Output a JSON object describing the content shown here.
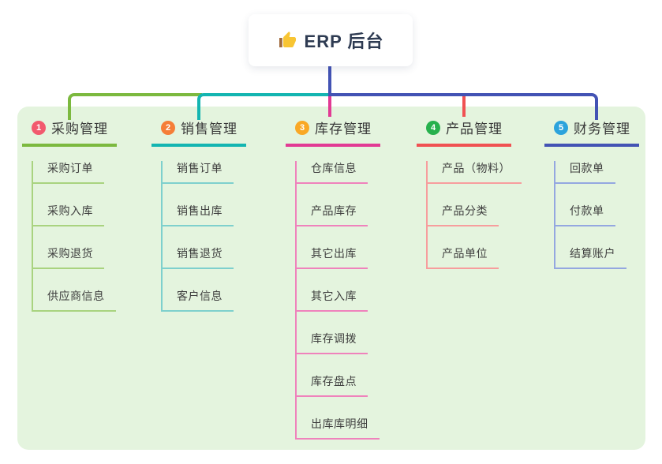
{
  "root": {
    "label": "ERP 后台",
    "icon": "thumbs-up-icon"
  },
  "branches": [
    {
      "badge": "1",
      "title": "采购管理",
      "color": "#7cb93f",
      "light_color": "#a9d37f",
      "badge_color": "#f25a6e",
      "children": [
        "采购订单",
        "采购入库",
        "采购退货",
        "供应商信息"
      ]
    },
    {
      "badge": "2",
      "title": "销售管理",
      "color": "#13b5b1",
      "light_color": "#7ed0cd",
      "badge_color": "#f57e38",
      "children": [
        "销售订单",
        "销售出库",
        "销售退货",
        "客户信息"
      ]
    },
    {
      "badge": "3",
      "title": "库存管理",
      "color": "#e23a94",
      "light_color": "#ef82bc",
      "badge_color": "#f9a825",
      "children": [
        "仓库信息",
        "产品库存",
        "其它出库",
        "其它入库",
        "库存调拨",
        "库存盘点",
        "出库库明细"
      ]
    },
    {
      "badge": "4",
      "title": "产品管理",
      "color": "#f05152",
      "light_color": "#f79d9d",
      "badge_color": "#27b14d",
      "children": [
        "产品（物料）",
        "产品分类",
        "产品单位"
      ]
    },
    {
      "badge": "5",
      "title": "财务管理",
      "color": "#4353b4",
      "light_color": "#94a7e0",
      "badge_color": "#2ba3dc",
      "children": [
        "回款单",
        "付款单",
        "结算账户"
      ]
    }
  ],
  "colors": {
    "panel_bg": "#e4f4de",
    "root_line": "#4353b4",
    "thumb_hand": "#f8c533",
    "thumb_cuff": "#a06a3b",
    "title_text": "#393939",
    "child_text": "#3f3f3f"
  }
}
